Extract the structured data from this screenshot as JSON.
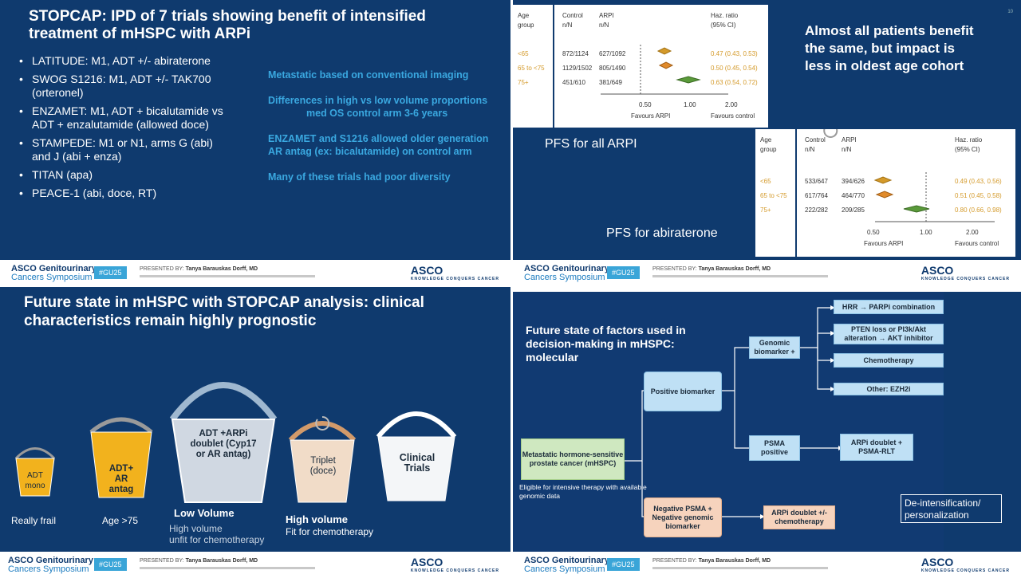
{
  "slide1": {
    "title": "STOPCAP: IPD of 7 trials showing benefit of intensified treatment of mHSPC with ARPi",
    "bullets": [
      "LATITUDE: M1, ADT +/- abiraterone",
      "SWOG S1216: M1,  ADT +/- TAK700 (orteronel)",
      "ENZAMET: M1, ADT + bicalutamide vs ADT + enzalutamide (allowed doce)",
      "STAMPEDE: M1 or N1, arms G (abi) and J (abi + enza)",
      "TITAN (apa)",
      "PEACE-1 (abi, doce, RT)"
    ],
    "notes": {
      "n1": "Metastatic based on conventional imaging",
      "n2": "Differences in high vs low volume proportions",
      "n2b": "med OS control arm 3-6 years",
      "n3": "ENZAMET and S1216 allowed older generation AR antag (ex: bicalutamide) on control arm",
      "n4": "Many of these trials had poor diversity"
    }
  },
  "footer": {
    "logo_top": "ASCO Genitourinary",
    "logo_bottom": "Cancers Symposium",
    "hashtag": "#GU25",
    "presented_label": "PRESENTED BY:",
    "presenter": "Tanya Barauskas Dorff, MD",
    "asco": "ASCO",
    "asco_tag": "KNOWLEDGE CONQUERS CANCER"
  },
  "slide2": {
    "big_text": "Almost all patients benefit the same, but impact is less in oldest age cohort",
    "caption_top": "PFS for all ARPI",
    "caption_bottom": "PFS for abiraterone",
    "headers": {
      "age": "Age",
      "group": "group",
      "control": "Control",
      "arpi": "ARPI",
      "nn": "n/N",
      "hr": "Haz. ratio",
      "ci": "(95% CI)",
      "fav_arpi": "Favours ARPI",
      "fav_control": "Favours control"
    },
    "forest_all": {
      "ticks": [
        "0.50",
        "1.00",
        "2.00"
      ],
      "rows": [
        {
          "group": "<65",
          "control": "872/1124",
          "arpi": "627/1092",
          "hr": "0.47 (0.43, 0.53)"
        },
        {
          "group": "65 to <75",
          "control": "1129/1502",
          "arpi": "805/1490",
          "hr": "0.50 (0.45, 0.54)"
        },
        {
          "group": "75+",
          "control": "451/610",
          "arpi": "381/649",
          "hr": "0.63 (0.54, 0.72)"
        }
      ]
    },
    "forest_abi": {
      "ticks": [
        "0.50",
        "1.00",
        "2.00"
      ],
      "rows": [
        {
          "group": "<65",
          "control": "533/647",
          "arpi": "394/626",
          "hr": "0.49 (0.43, 0.56)"
        },
        {
          "group": "65 to <75",
          "control": "617/764",
          "arpi": "464/770",
          "hr": "0.51 (0.45, 0.58)"
        },
        {
          "group": "75+",
          "control": "222/282",
          "arpi": "209/285",
          "hr": "0.80 (0.66, 0.98)"
        }
      ]
    }
  },
  "slide3": {
    "title": "Future state in mHSPC with STOPCAP analysis: clinical characteristics remain highly prognostic",
    "buckets": {
      "b1": "ADT mono",
      "b2": "ADT+ AR antag",
      "b3": "ADT +ARPi doublet (Cyp17 or AR antag)",
      "b4": "Triplet (doce)",
      "b5": "Clinical Trials"
    },
    "captions": {
      "c1": "Really frail",
      "c2": "Age >75",
      "c3": "Low Volume",
      "c3a": "High volume",
      "c3b": "unfit for chemotherapy",
      "c4": "High volume",
      "c4a": "Fit for chemotherapy"
    }
  },
  "slide4": {
    "title": "Future state of factors used in decision-making in mHSPC: molecular",
    "boxes": {
      "hrr": "HRR → PARPi combination",
      "pten": "PTEN loss or PI3k/Akt alteration → AKT inhibitor",
      "chemo": "Chemotherapy",
      "other": "Other: EZH2i",
      "genomic": "Genomic biomarker +",
      "positive": "Positive biomarker",
      "psma": "PSMA positive",
      "arpi_psma": "ARPi doublet + PSMA-RLT",
      "metastatic": "Metastatic hormone-sensitive prostate cancer (mHSPC)",
      "negative": "Negative PSMA + Negative genomic biomarker",
      "arpi_chemo": "ARPi doublet +/- chemotherapy"
    },
    "eligible": "Eligible for intensive therapy with available genomic data",
    "deint": "De-intensification/ personalization"
  }
}
